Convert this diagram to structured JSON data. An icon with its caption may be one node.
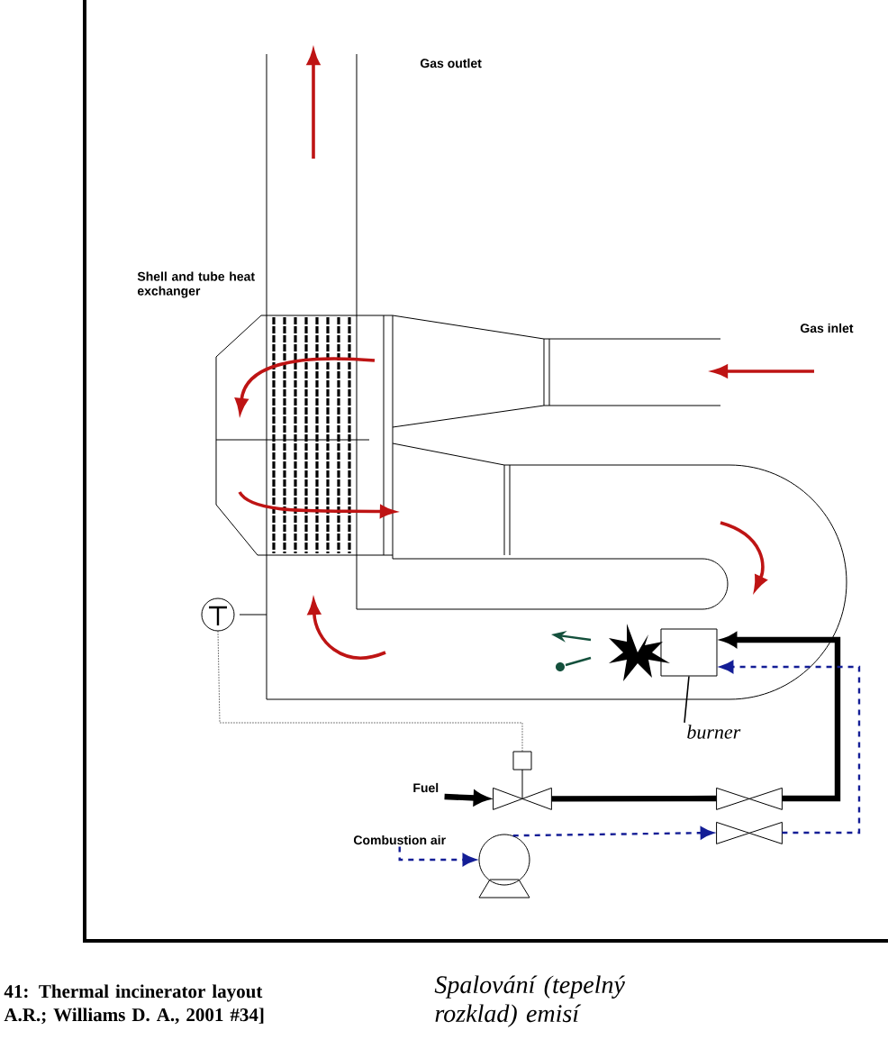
{
  "diagram": {
    "caption": "41: Thermal incinerator layout A.R.; Williams D. A., 2001 #34]",
    "nodes": [
      {
        "text": [
          "burner"
        ]
      },
      {
        "text": [],
        "shape": "box"
      },
      {
        "text": [],
        "shape": "circle"
      },
      {
        "text": [],
        "shape": "valve"
      },
      {
        "text": [],
        "shape": "valve"
      },
      {
        "text": [],
        "shape": "valve"
      },
      {
        "text": [],
        "shape": "circle"
      },
      {
        "text": [
          "Fuel"
        ]
      },
      {
        "text": [
          "Combustion air"
        ]
      }
    ],
    "edges": [
      {
        "from": 0,
        "to": 1,
        "arrow": "none"
      },
      {
        "from": 2,
        "to": 3,
        "arrow": "none",
        "style": "dashed"
      },
      {
        "from": 7,
        "to": 3,
        "arrow": "to",
        "style": "thick"
      },
      {
        "from": 3,
        "to": 4,
        "arrow": "none",
        "style": "thick"
      },
      {
        "from": 4,
        "to": 1,
        "arrow": "to",
        "style": "thick"
      },
      {
        "from": 8,
        "to": 6,
        "arrow": "to",
        "style": "dashed",
        "color": "#141e96"
      },
      {
        "from": 6,
        "to": 5,
        "arrow": "to",
        "style": "dashed",
        "color": "#141e96"
      },
      {
        "from": 5,
        "to": 1,
        "arrow": "to",
        "style": "dashed",
        "color": "#141e96"
      }
    ],
    "labels": [
      "Gas outlet",
      "Shell and tube heat exchanger",
      "Gas inlet",
      "Spalování (tepelný rozklad) emisí"
    ]
  }
}
